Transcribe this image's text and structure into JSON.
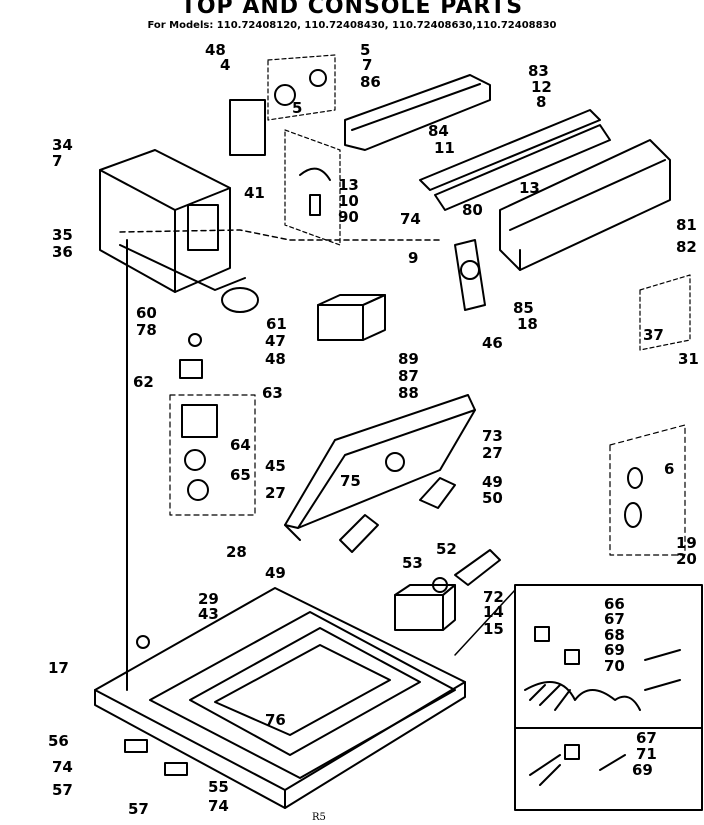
{
  "title": "TOP AND CONSOLE PARTS",
  "models_line": "For Models: 110.72408120, 110.72408430, 110.72408630,110.72408830",
  "footer_code": "R5",
  "callouts": {
    "c48a": "48",
    "c4": "4",
    "c5a": "5",
    "c5b": "5",
    "c7a": "7",
    "c86": "86",
    "c83": "83",
    "c12": "12",
    "c8": "8",
    "c84": "84",
    "c11": "11",
    "c34": "34",
    "c7b": "7",
    "c41": "41",
    "c13a": "13",
    "c13b": "13",
    "c10": "10",
    "c74a": "74",
    "c90": "90",
    "c80": "80",
    "c81": "81",
    "c35": "35",
    "c36": "36",
    "c9": "9",
    "c82": "82",
    "c85": "85",
    "c18": "18",
    "c60": "60",
    "c61": "61",
    "c78": "78",
    "c47": "47",
    "c48b": "48",
    "c62": "62",
    "c37": "37",
    "c31": "31",
    "c89": "89",
    "c87": "87",
    "c88": "88",
    "c46": "46",
    "c63": "63",
    "c73": "73",
    "c64": "64",
    "c27a": "27",
    "c45": "45",
    "c75": "75",
    "c65": "65",
    "c6a": "6",
    "c49a": "49",
    "c50": "50",
    "c27b": "27",
    "c19": "19",
    "c28": "28",
    "c52": "52",
    "c20": "20",
    "c49b": "49",
    "c53": "53",
    "c72": "72",
    "c14": "14",
    "c15": "15",
    "c29": "29",
    "c43": "43",
    "c66": "66",
    "c67a": "67",
    "c68": "68",
    "c69a": "69",
    "c70": "70",
    "c17": "17",
    "c76": "76",
    "c56": "56",
    "c74b": "74",
    "c57a": "57",
    "c57b": "57",
    "c55": "55",
    "c74c": "74",
    "c67b": "67",
    "c71": "71",
    "c69b": "69"
  }
}
